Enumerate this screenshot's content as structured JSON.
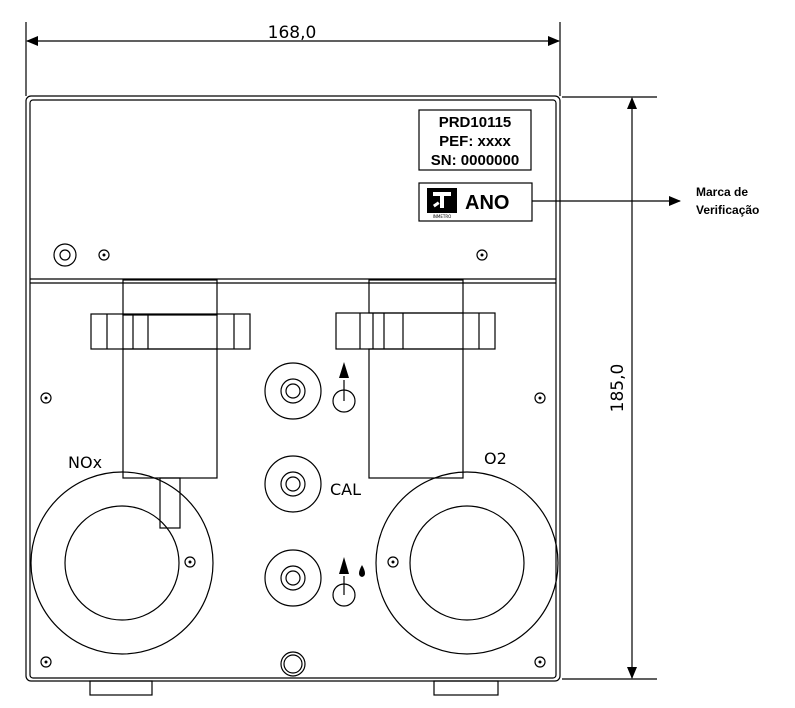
{
  "dimensions": {
    "width_label": "168,0",
    "height_label": "185,0"
  },
  "id_plate": {
    "line1": "PRD10115",
    "line2": "PEF: xxxx",
    "line3": "SN: 0000000"
  },
  "verification_mark": {
    "logo_text": "INMETRO",
    "year_text": "ANO",
    "callout_line1": "Marca de",
    "callout_line2": "Verificação"
  },
  "sensors": {
    "left_label": "NOx",
    "right_label": "O2"
  },
  "ports": {
    "cal_label": "CAL"
  }
}
